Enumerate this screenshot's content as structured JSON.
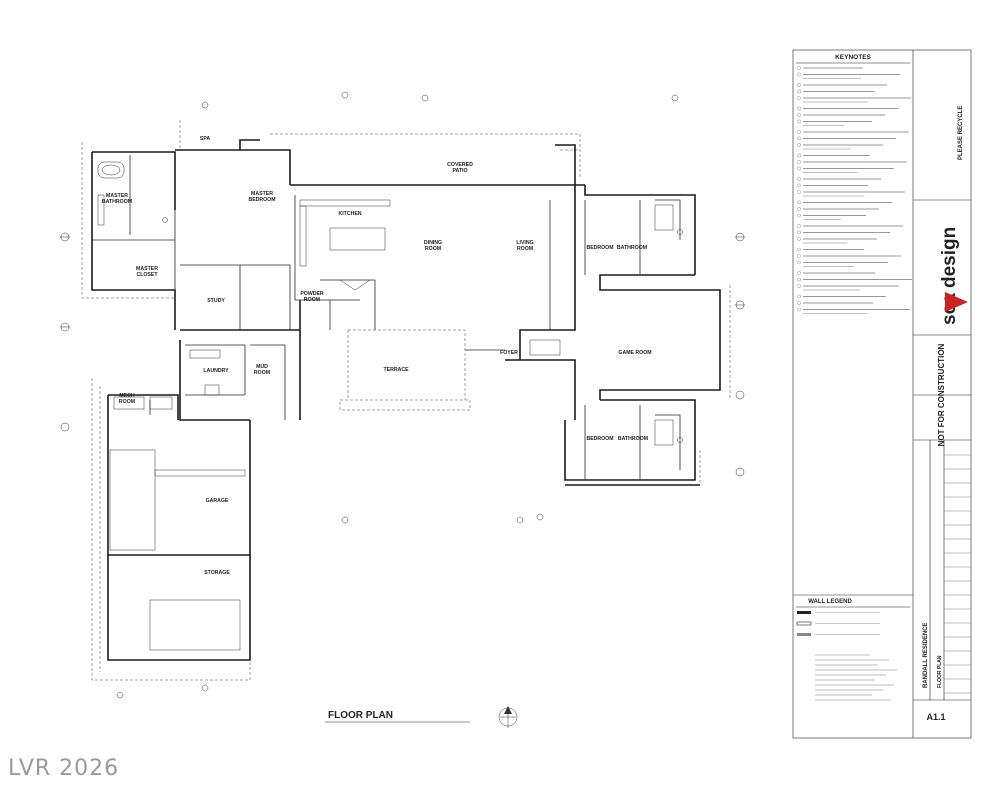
{
  "rooms": {
    "spa": "SPA",
    "master_bathroom_1": "MASTER",
    "master_bathroom_2": "BATHROOM",
    "master_bedroom_1": "MASTER",
    "master_bedroom_2": "BEDROOM",
    "kitchen": "KITCHEN",
    "covered_patio_1": "COVERED",
    "covered_patio_2": "PATIO",
    "dining_1": "DINING",
    "dining_2": "ROOM",
    "living_1": "LIVING",
    "living_2": "ROOM",
    "bedroom_top": "BEDROOM",
    "bathroom_top": "BATHROOM",
    "master_closet_1": "MASTER",
    "master_closet_2": "CLOSET",
    "study": "STUDY",
    "powder_1": "POWDER",
    "powder_2": "ROOM",
    "laundry": "LAUNDRY",
    "mud_1": "MUD",
    "mud_2": "ROOM",
    "terrace": "TERRACE",
    "foyer": "FOYER",
    "game_room": "GAME ROOM",
    "mech_1": "MECH",
    "mech_2": "ROOM",
    "bedroom_bottom": "BEDROOM",
    "bathroom_bottom": "BATHROOM",
    "garage": "GARAGE",
    "storage": "STORAGE"
  },
  "labels": {
    "floor_plan": "FLOOR PLAN",
    "keynotes_title": "KEYNOTES",
    "wall_legend_title": "WALL LEGEND",
    "not_for_construction": "NOT FOR CONSTRUCTION",
    "project_name": "RANDALL RESIDENCE",
    "sheet_title": "FLOOR PLAN",
    "sheet_number": "A1.1",
    "please_recycle": "PLEASE RECYCLE",
    "firm_logo": "sca design",
    "watermark": "LVR 2026"
  }
}
